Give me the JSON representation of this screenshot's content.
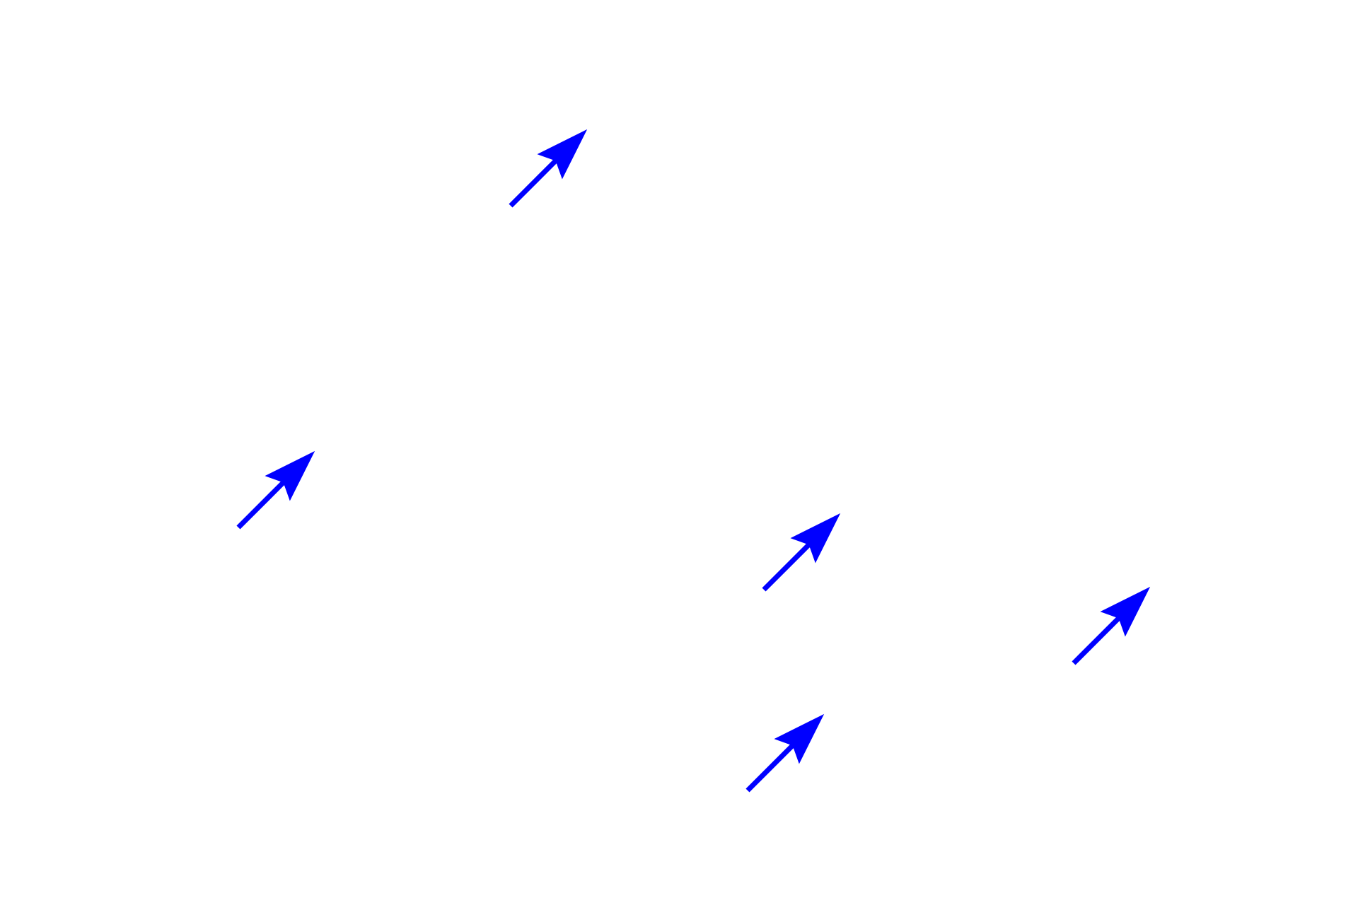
{
  "chart_data": {
    "type": "quiver",
    "title": "",
    "xlabel": "",
    "ylabel": "",
    "axes_visible": false,
    "grid": false,
    "color": "#0000ff",
    "arrows": [
      {
        "u": 1,
        "v": 1
      },
      {
        "u": 1,
        "v": 1
      },
      {
        "u": 1,
        "v": 1
      },
      {
        "u": 1,
        "v": 1
      },
      {
        "u": 1,
        "v": 1
      }
    ]
  }
}
